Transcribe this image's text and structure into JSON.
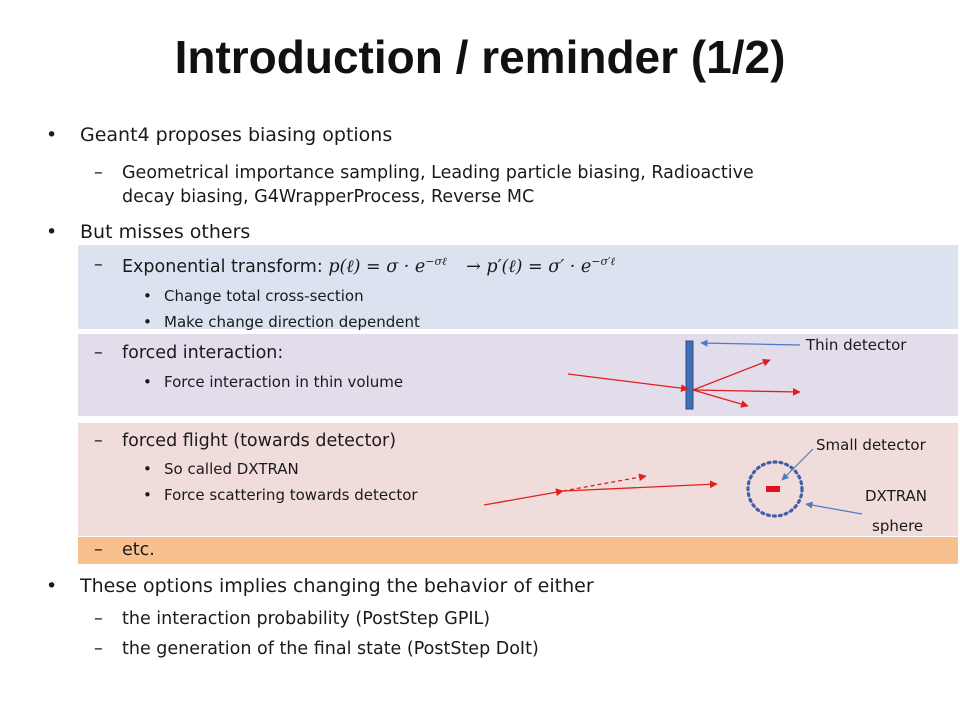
{
  "slide": {
    "title": "Introduction / reminder (1/2)",
    "items": [
      {
        "text": "Geant4 proposes biasing options"
      },
      {
        "text": "Geometrical importance sampling, Leading particle biasing, Radioactive"
      },
      {
        "text": "decay biasing, G4WrapperProcess, Reverse MC"
      },
      {
        "text": "But misses others"
      },
      {
        "text": "Exponential transform: "
      },
      {
        "math": "p(ℓ) = σ · e",
        "math_sup": "−σℓ",
        "math2": "→ p′(ℓ) = σ′ · e",
        "math2_sup": "−σ′ℓ"
      },
      {
        "text": "Change total cross-section"
      },
      {
        "text": "Make change direction dependent"
      },
      {
        "text": "forced interaction:"
      },
      {
        "text": "Force interaction in thin volume"
      },
      {
        "text": "forced flight (towards detector)"
      },
      {
        "text": "So called DXTRAN"
      },
      {
        "text": "Force scattering towards detector"
      },
      {
        "text": "etc."
      },
      {
        "text": "These options implies changing the behavior of either"
      },
      {
        "text": "the interaction probability (PostStep GPIL)"
      },
      {
        "text": "the generation of the final state (PostStep DoIt)"
      }
    ],
    "labels": {
      "thin_detector": "Thin detector",
      "small_detector": "Small detector",
      "dxtran_line1": "DXTRAN",
      "dxtran_line2": "sphere"
    },
    "symbols": {
      "bullet": "•",
      "dash": "–"
    },
    "colors": {
      "band_exponential": "#dce3f0",
      "band_forced": "#e2dceb",
      "band_flight": "#f1dcdc",
      "band_etc": "#f9c08f",
      "arrow_red": "#e02020",
      "arrow_blue": "#4a7cc4",
      "detector_blue": "#3f6fb5",
      "sphere_dots": "#3f5fa8"
    }
  }
}
